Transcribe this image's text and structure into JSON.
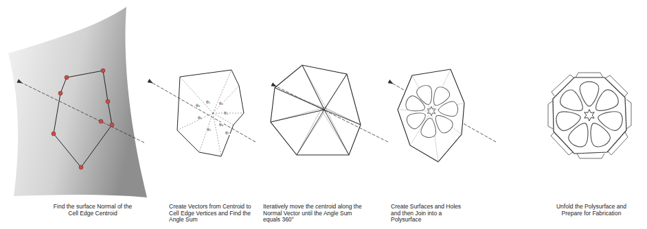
{
  "diagram": {
    "labels": [
      "Find the surface Normal of the Cell Edge Centroid",
      "Create Vectors from Centroid to Cell Edge Vertices and Find the Angle Sum",
      "Iteratively move the centroid along the Normal Vector until the Angle Sum equals 360°",
      "Create Surfaces and Holes and then Join into a Polysurface",
      "Unfold the Polysurface and Prepare for Fabrication",
      "θ₁",
      "θ₂",
      "θ₃",
      "θ₄",
      "θ₅",
      "θ₆",
      "θ₇",
      "θ₈"
    ]
  }
}
